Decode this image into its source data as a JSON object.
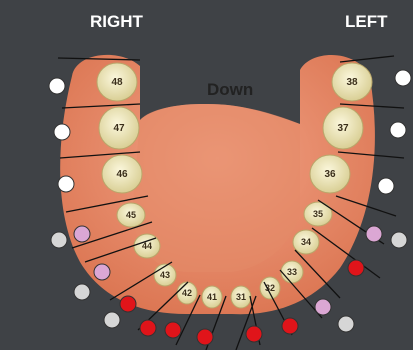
{
  "labels": {
    "right": "RIGHT",
    "left": "LEFT",
    "down": "Down"
  },
  "colors": {
    "background": "#3f4246",
    "gum": "#e98a6a",
    "tooth": "#efe7b8",
    "marker_white": "#ffffff",
    "marker_pink": "#dba7d4",
    "marker_red": "#e0141a",
    "marker_grey": "#d6d6d6"
  },
  "teeth": [
    {
      "number": "48",
      "side": "right",
      "marker": "white"
    },
    {
      "number": "47",
      "side": "right",
      "marker": "white"
    },
    {
      "number": "46",
      "side": "right",
      "marker": "white"
    },
    {
      "number": "45",
      "side": "right",
      "marker": "grey-pink"
    },
    {
      "number": "44",
      "side": "right",
      "marker": "pink-grey"
    },
    {
      "number": "43",
      "side": "front",
      "marker": "red-grey"
    },
    {
      "number": "42",
      "side": "front",
      "marker": "red"
    },
    {
      "number": "41",
      "side": "front",
      "marker": "red"
    },
    {
      "number": "31",
      "side": "front",
      "marker": "red"
    },
    {
      "number": "32",
      "side": "front",
      "marker": "red"
    },
    {
      "number": "33",
      "side": "front",
      "marker": "red-grey"
    },
    {
      "number": "34",
      "side": "left",
      "marker": "pink-red"
    },
    {
      "number": "35",
      "side": "left",
      "marker": "pink-grey"
    },
    {
      "number": "36",
      "side": "left",
      "marker": "white"
    },
    {
      "number": "37",
      "side": "left",
      "marker": "white"
    },
    {
      "number": "38",
      "side": "left",
      "marker": "white"
    }
  ]
}
